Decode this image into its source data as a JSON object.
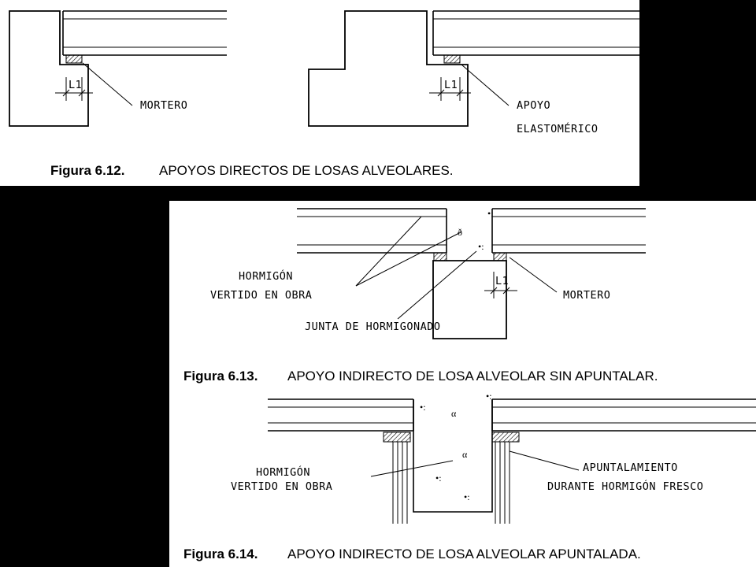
{
  "figures": [
    {
      "number": "Figura 6.12.",
      "caption": "APOYOS DIRECTOS DE LOSAS ALVEOLARES.",
      "labels": {
        "left_support": "MORTERO",
        "right_support_line1": "APOYO",
        "right_support_line2": "ELASTOMÉRICO",
        "dim_left": "L1",
        "dim_right": "L1"
      }
    },
    {
      "number": "Figura 6.13.",
      "caption": "APOYO INDIRECTO DE LOSA ALVEOLAR SIN APUNTALAR.",
      "labels": {
        "concrete_line1": "HORMIGÓN",
        "concrete_line2": "VERTIDO EN OBRA",
        "joint": "JUNTA DE HORMIGONADO",
        "mortar": "MORTERO",
        "dim": "L1"
      }
    },
    {
      "number": "Figura 6.14.",
      "caption": "APOYO INDIRECTO DE LOSA ALVEOLAR APUNTALADA.",
      "labels": {
        "concrete_line1": "HORMIGÓN",
        "concrete_line2": "VERTIDO EN OBRA",
        "shoring_line1": "APUNTALAMIENTO",
        "shoring_line2": "DURANTE HORMIGÓN FRESCO"
      }
    }
  ]
}
